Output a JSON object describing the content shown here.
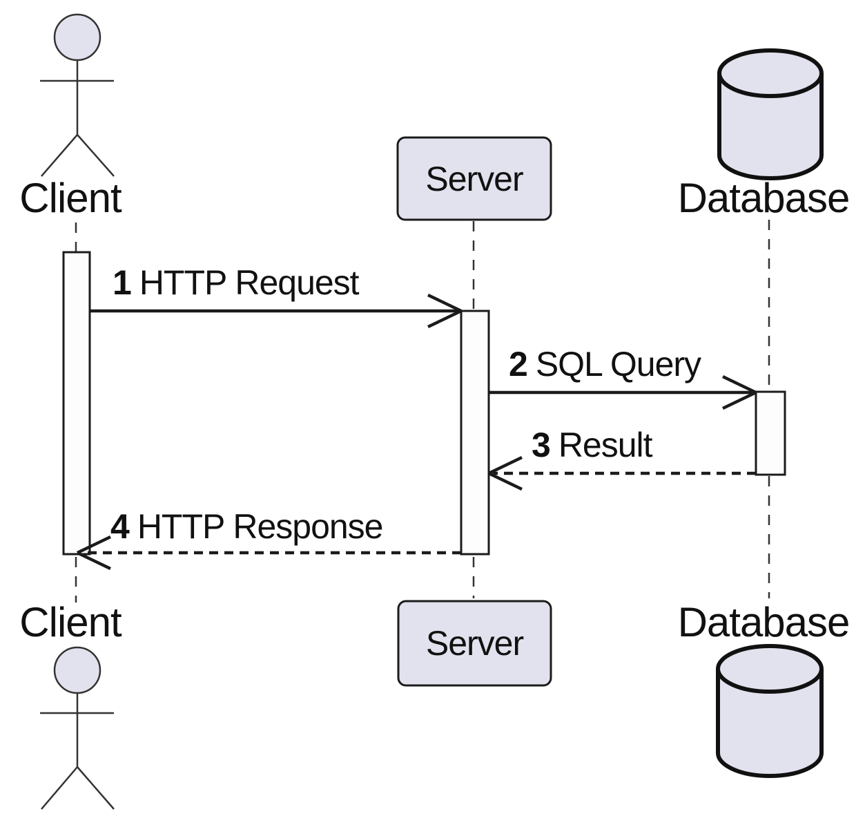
{
  "diagram": {
    "kind": "uml-sequence-diagram",
    "participants": [
      {
        "label": "Client",
        "shape": "actor"
      },
      {
        "label": "Server",
        "shape": "rounded-box"
      },
      {
        "label": "Database",
        "shape": "cylinder"
      }
    ],
    "messages": [
      {
        "num": "1",
        "text": "HTTP Request",
        "from": "Client",
        "to": "Server",
        "line_style": "solid"
      },
      {
        "num": "2",
        "text": "SQL Query",
        "from": "Server",
        "to": "Database",
        "line_style": "solid"
      },
      {
        "num": "3",
        "text": "Result",
        "from": "Database",
        "to": "Server",
        "line_style": "dotted"
      },
      {
        "num": "4",
        "text": "HTTP Response",
        "from": "Server",
        "to": "Client",
        "line_style": "dotted"
      }
    ],
    "colors": {
      "shape_fill": "#E2E2EE",
      "activation_fill": "#FDFDFD",
      "stroke": "#1B1B1B",
      "text": "#111111",
      "background": "#FFFFFF"
    }
  }
}
